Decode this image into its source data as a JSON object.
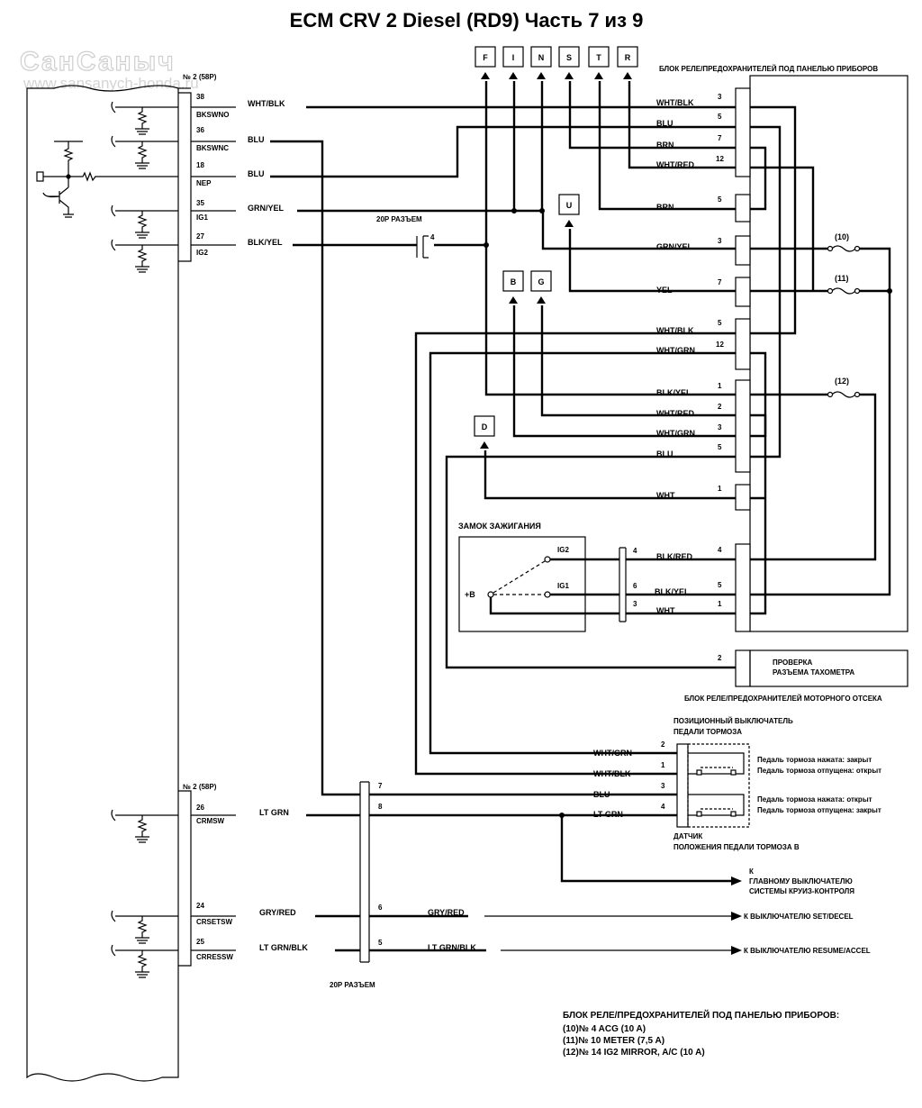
{
  "title": "ECM CRV 2 Diesel (RD9) Часть 7 из 9",
  "watermark": {
    "brand": "СанСаныч",
    "url": "www.sansanych-honda.ru"
  },
  "ecm": {
    "connector_top": "№ 2 (58P)",
    "connector_bottom": "№ 2 (58P)",
    "pins_top": [
      {
        "pin": "38",
        "name": "BKSWNO",
        "wire": "WHT/BLK"
      },
      {
        "pin": "36",
        "name": "BKSWNC",
        "wire": "BLU"
      },
      {
        "pin": "18",
        "name": "NEP",
        "wire": "BLU"
      },
      {
        "pin": "35",
        "name": "IG1",
        "wire": "GRN/YEL"
      },
      {
        "pin": "27",
        "name": "IG2",
        "wire": "BLK/YEL"
      }
    ],
    "pins_bottom": [
      {
        "pin": "26",
        "name": "CRMSW",
        "wire": "LT GRN"
      },
      {
        "pin": "24",
        "name": "CRSETSW",
        "wire": "GRY/RED"
      },
      {
        "pin": "25",
        "name": "CRRESSW",
        "wire": "LT GRN/BLK"
      }
    ]
  },
  "connectors": {
    "top_letters": [
      "F",
      "I",
      "N",
      "S",
      "T",
      "R"
    ],
    "u": "U",
    "b": "B",
    "g": "G",
    "d": "D",
    "connector_20p_top": "20P РАЗЪЕМ",
    "connector_20p_top_pin": "4",
    "connector_20p_bottom": "20P РАЗЪЕМ",
    "connector_20p_bottom_pins": [
      "7",
      "8",
      "6",
      "5"
    ]
  },
  "fuse_box_dash": {
    "label": "БЛОК РЕЛЕ/ПРЕДОХРАНИТЕЛЕЙ ПОД ПАНЕЛЬЮ ПРИБОРОВ",
    "terminals": [
      {
        "wire": "WHT/BLK",
        "pin": "3"
      },
      {
        "wire": "BLU",
        "pin": "5"
      },
      {
        "wire": "BRN",
        "pin": "7"
      },
      {
        "wire": "WHT/RED",
        "pin": "12"
      },
      {
        "wire": "BRN",
        "pin": "5"
      },
      {
        "wire": "GRN/YEL",
        "pin": "3"
      },
      {
        "wire": "YEL",
        "pin": "7"
      },
      {
        "wire": "WHT/BLK",
        "pin": "5"
      },
      {
        "wire": "WHT/GRN",
        "pin": "12"
      },
      {
        "wire": "BLK/YEL",
        "pin": "1"
      },
      {
        "wire": "WHT/RED",
        "pin": "2"
      },
      {
        "wire": "WHT/GRN",
        "pin": "3"
      },
      {
        "wire": "BLU",
        "pin": "5"
      },
      {
        "wire": "WHT",
        "pin": "1"
      },
      {
        "wire": "BLK/RED",
        "pin": "4"
      },
      {
        "wire": "BLK/YEL",
        "pin": "5"
      },
      {
        "wire": "WHT",
        "pin": "1"
      }
    ],
    "fuses": [
      "(10)",
      "(11)",
      "(12)"
    ]
  },
  "ignition": {
    "label": "ЗАМОК ЗАЖИГАНИЯ",
    "b": "+B",
    "ig2": "IG2",
    "ig1": "IG1",
    "pins": [
      "4",
      "6",
      "3"
    ]
  },
  "tach_check": {
    "pin": "2",
    "line1": "ПРОВЕРКА",
    "line2": "РАЗЪЕМА ТАХОМЕТРА"
  },
  "engine_box_label": "БЛОК РЕЛЕ/ПРЕДОХРАНИТЕЛЕЙ МОТОРНОГО ОТСЕКА",
  "brake_switch": {
    "label1": "ПОЗИЦИОННЫЙ ВЫКЛЮЧАТЕЛЬ",
    "label2": "ПЕДАЛИ ТОРМОЗА",
    "sensor1": "ДАТЧИК",
    "sensor2": "ПОЛОЖЕНИЯ ПЕДАЛИ ТОРМОЗА В",
    "pins": [
      {
        "pin": "2",
        "wire": "WHT/GRN"
      },
      {
        "pin": "1",
        "wire": "WHT/BLK"
      },
      {
        "pin": "3",
        "wire": "BLU"
      },
      {
        "pin": "4",
        "wire": "LT GRN"
      }
    ],
    "state1a": "Педаль тормоза нажата: закрыт",
    "state1b": "Педаль тормоза отпущена: открыт",
    "state2a": "Педаль тормоза нажата: открыт",
    "state2b": "Педаль тормоза отпущена: закрыт"
  },
  "cruise": {
    "wire_left_6": "GRY/RED",
    "wire_left_5": "LT GRN/BLK",
    "main_a": "К",
    "main_b": "ГЛАВНОМУ ВЫКЛЮЧАТЕЛЮ",
    "main_c": "СИСТЕМЫ КРУИЗ-КОНТРОЛЯ",
    "set": "К ВЫКЛЮЧАТЕЛЮ SET/DECEL",
    "resume": "К ВЫКЛЮЧАТЕЛЮ RESUME/ACCEL"
  },
  "legend": {
    "title": "БЛОК РЕЛЕ/ПРЕДОХРАНИТЕЛЕЙ ПОД ПАНЕЛЬЮ ПРИБОРОВ:",
    "items": [
      "(10)№ 4 ACG (10 A)",
      "(11)№ 10 METER (7,5 A)",
      "(12)№ 14 IG2 MIRROR, A/C (10 A)"
    ]
  }
}
